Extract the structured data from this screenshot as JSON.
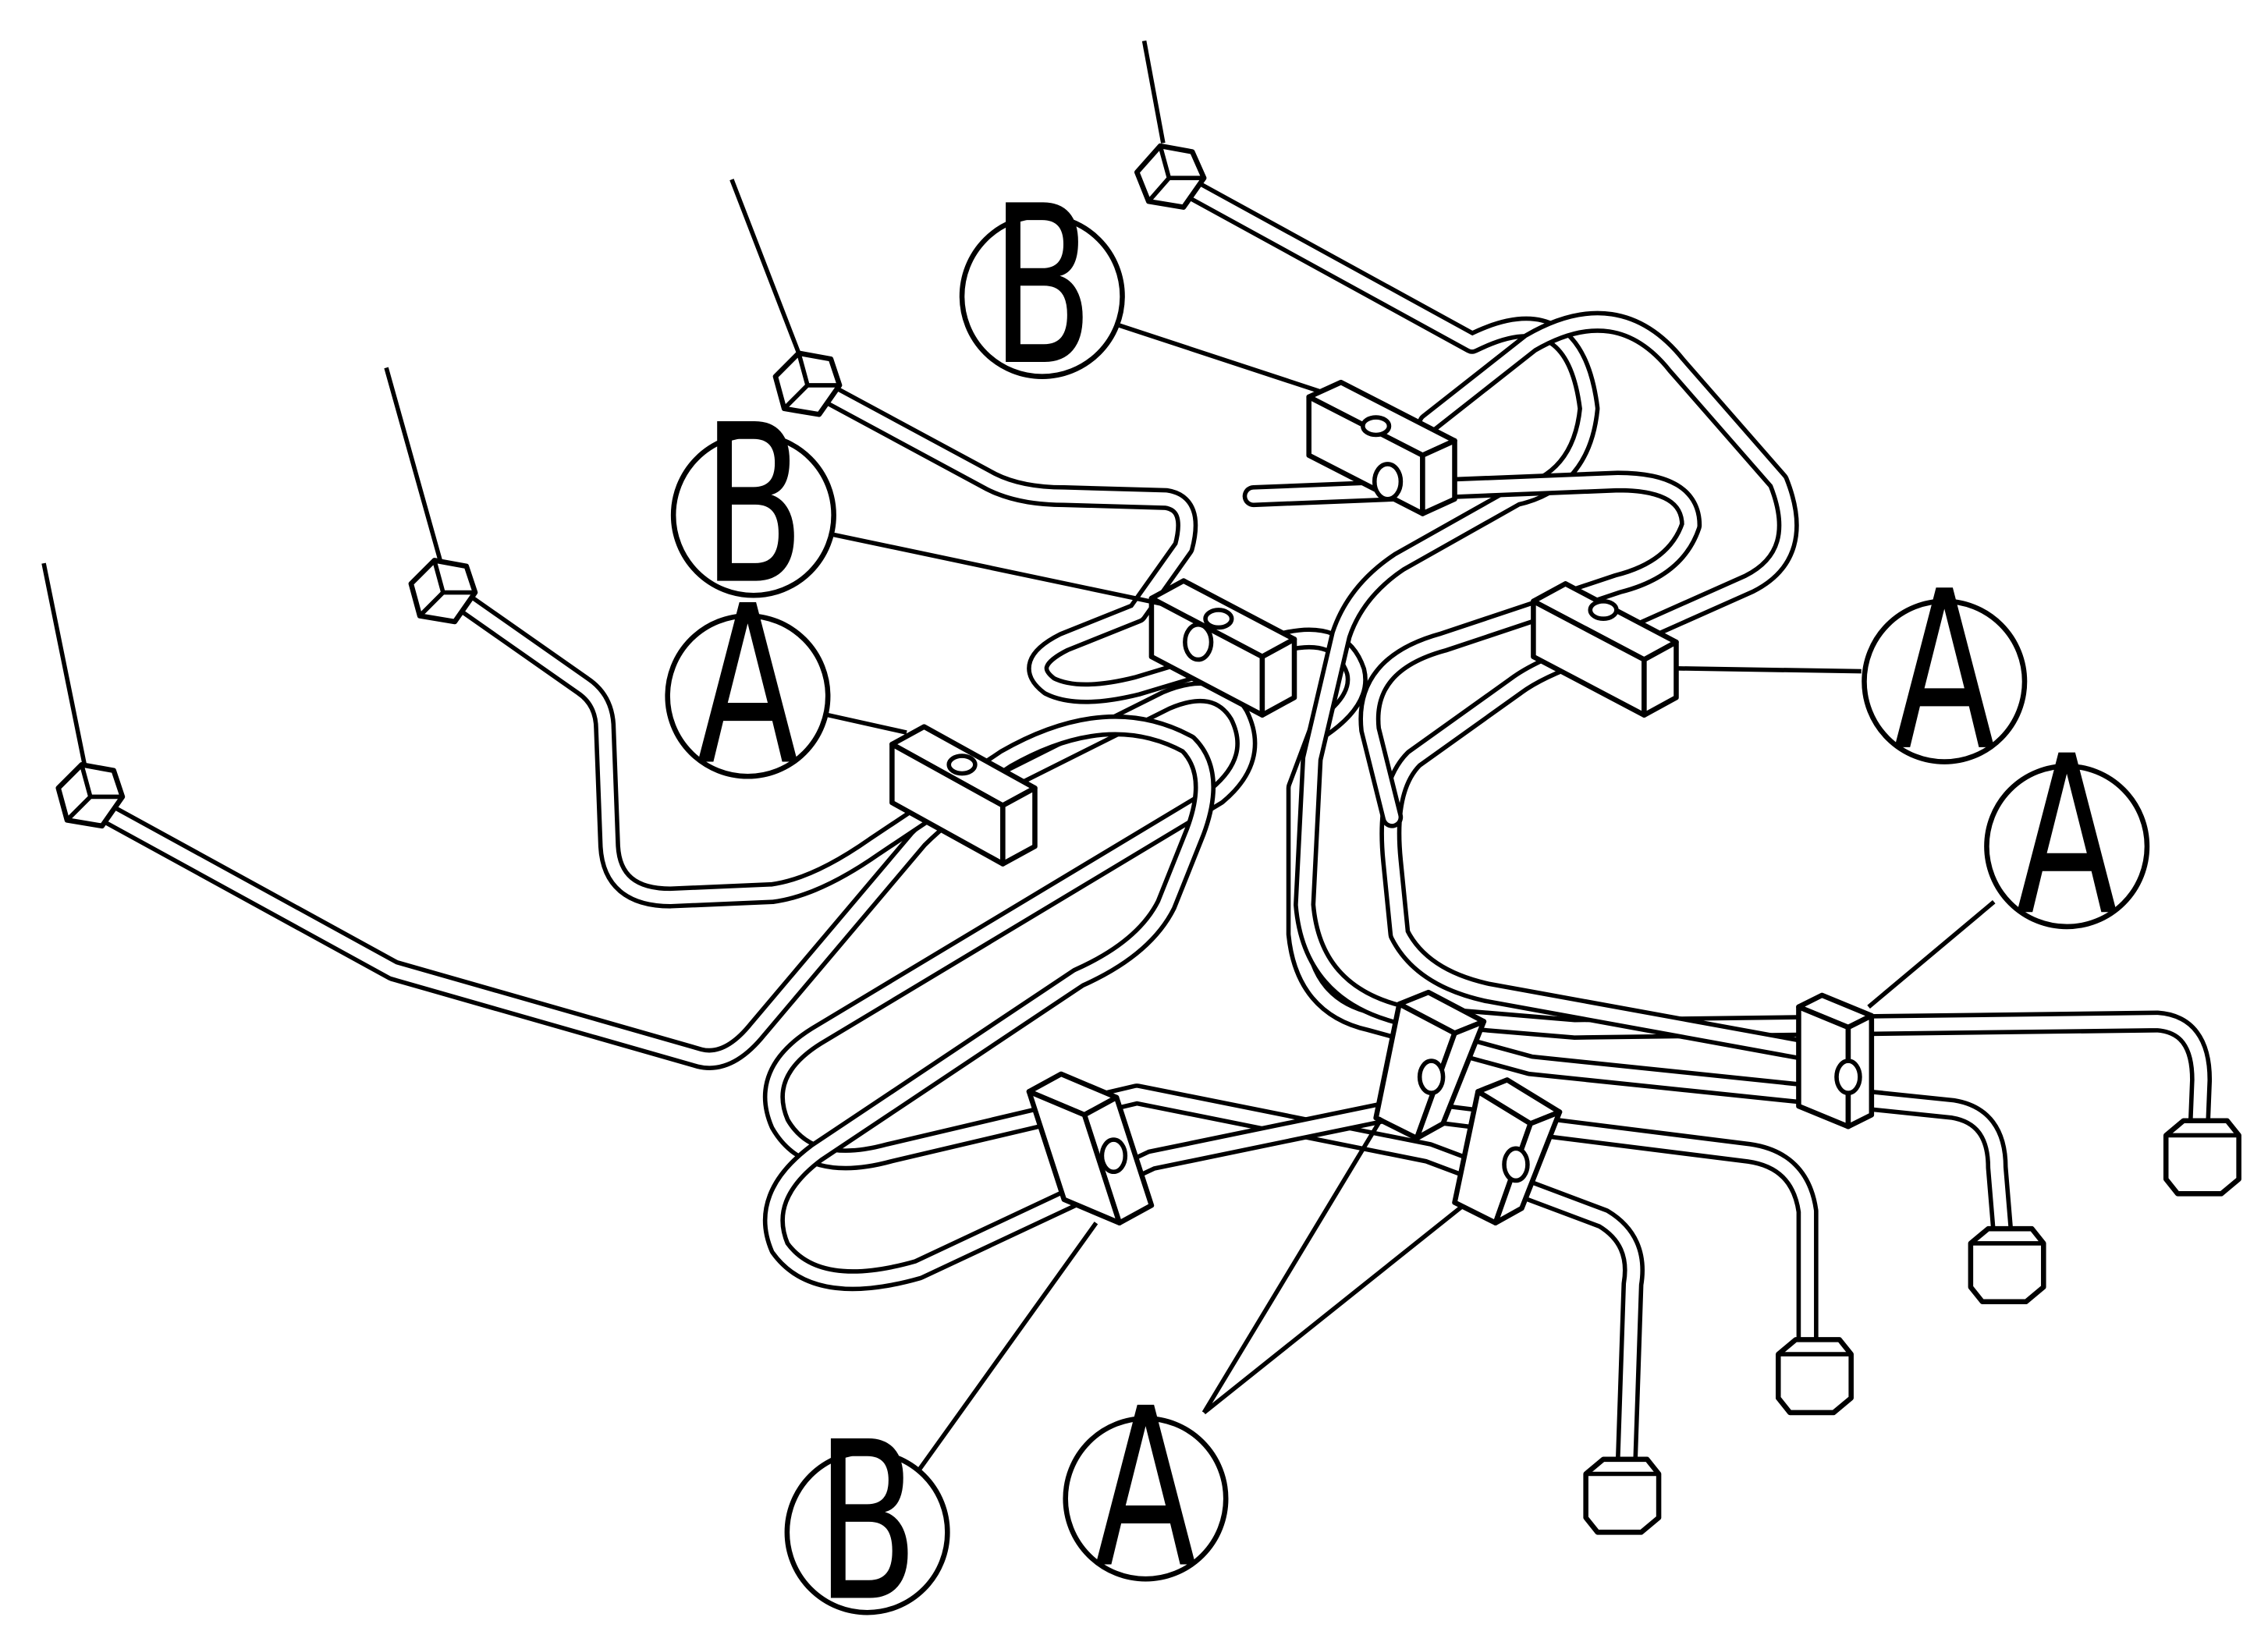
{
  "diagram": {
    "colors": {
      "line": "#000000",
      "background": "#ffffff"
    },
    "callouts": [
      {
        "id": "b1",
        "label": "B"
      },
      {
        "id": "b2",
        "label": "B"
      },
      {
        "id": "a1",
        "label": "A"
      },
      {
        "id": "a2",
        "label": "A"
      },
      {
        "id": "a3",
        "label": "A"
      },
      {
        "id": "b3",
        "label": "B"
      },
      {
        "id": "a4",
        "label": "A"
      }
    ]
  }
}
